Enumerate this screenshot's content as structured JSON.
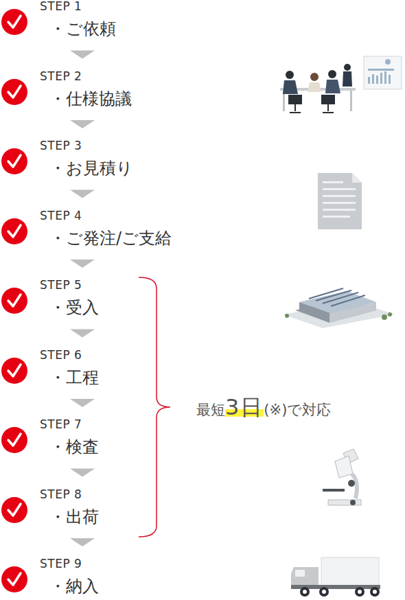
{
  "diagram": {
    "nodes": [
      {
        "text": [
          "STEP 1",
          "・ご依頼"
        ]
      },
      {
        "text": [
          "STEP 2",
          "・仕様協議"
        ]
      },
      {
        "text": [
          "STEP 3",
          "・お見積り"
        ]
      },
      {
        "text": [
          "STEP 4",
          "・ご発注/ご支給"
        ]
      },
      {
        "text": [
          "STEP 5",
          "・受入"
        ]
      },
      {
        "text": [
          "STEP 6",
          "・工程"
        ]
      },
      {
        "text": [
          "STEP 7",
          "・検査"
        ]
      },
      {
        "text": [
          "STEP 8",
          "・出荷"
        ]
      },
      {
        "text": [
          "STEP 9",
          "・納入"
        ]
      }
    ],
    "edges": [
      {
        "from": 0,
        "to": 1,
        "arrow": "to"
      },
      {
        "from": 1,
        "to": 2,
        "arrow": "to"
      },
      {
        "from": 2,
        "to": 3,
        "arrow": "to"
      },
      {
        "from": 3,
        "to": 4,
        "arrow": "to"
      },
      {
        "from": 4,
        "to": 5,
        "arrow": "to"
      },
      {
        "from": 5,
        "to": 6,
        "arrow": "to"
      },
      {
        "from": 6,
        "to": 7,
        "arrow": "to"
      },
      {
        "from": 7,
        "to": 8,
        "arrow": "to"
      }
    ],
    "labels": [
      "最短",
      "3日",
      "(※)で対応"
    ]
  }
}
